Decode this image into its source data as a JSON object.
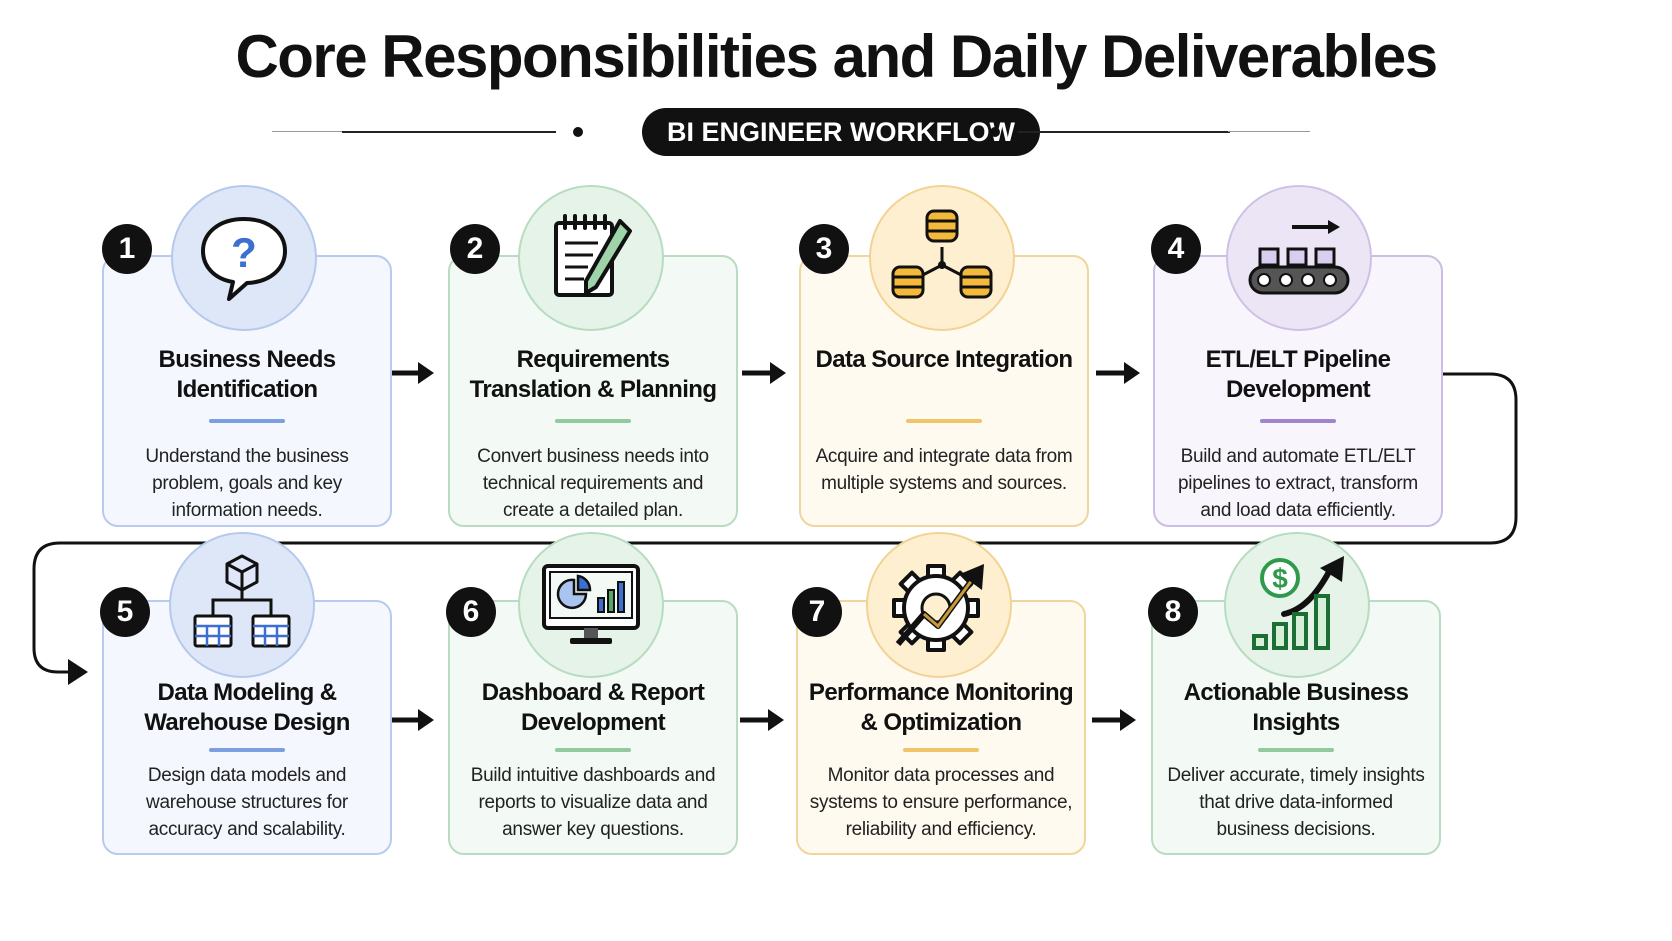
{
  "title": "Core Responsibilities and Daily Deliverables",
  "subtitle": "BI ENGINEER WORKFLOW",
  "steps": [
    {
      "number": "1",
      "title": "Business Needs Identification",
      "description": "Understand the business problem, goals and key information needs.",
      "icon": "question-bubble-icon",
      "color": "#7b9fdf"
    },
    {
      "number": "2",
      "title": "Requirements Translation & Planning",
      "description": "Convert business needs into technical requirements and create a detailed plan.",
      "icon": "notepad-pen-icon",
      "color": "#92c9a1"
    },
    {
      "number": "3",
      "title": "Data Source Integration",
      "description": "Acquire and integrate data from multiple systems and sources.",
      "icon": "database-network-icon",
      "color": "#f0c56a"
    },
    {
      "number": "4",
      "title": "ETL/ELT Pipeline Development",
      "description": "Build and automate ETL/ELT pipelines to extract, transform and load data efficiently.",
      "icon": "conveyor-belt-icon",
      "color": "#9f86cb"
    },
    {
      "number": "5",
      "title": "Data Modeling & Warehouse Design",
      "description": "Design data models and warehouse structures for accuracy and scalability.",
      "icon": "data-model-icon",
      "color": "#7b9fdf"
    },
    {
      "number": "6",
      "title": "Dashboard & Report Development",
      "description": "Build intuitive dashboards and reports to visualize data and answer key questions.",
      "icon": "dashboard-monitor-icon",
      "color": "#92c9a1"
    },
    {
      "number": "7",
      "title": "Performance Monitoring & Optimization",
      "description": "Monitor data processes and systems to ensure performance, reliability and efficiency.",
      "icon": "gear-trend-icon",
      "color": "#f0c56a"
    },
    {
      "number": "8",
      "title": "Actionable Business Insights",
      "description": "Deliver accurate, timely insights that drive data-informed business decisions.",
      "icon": "dollar-growth-icon",
      "color": "#92c9a1"
    }
  ]
}
